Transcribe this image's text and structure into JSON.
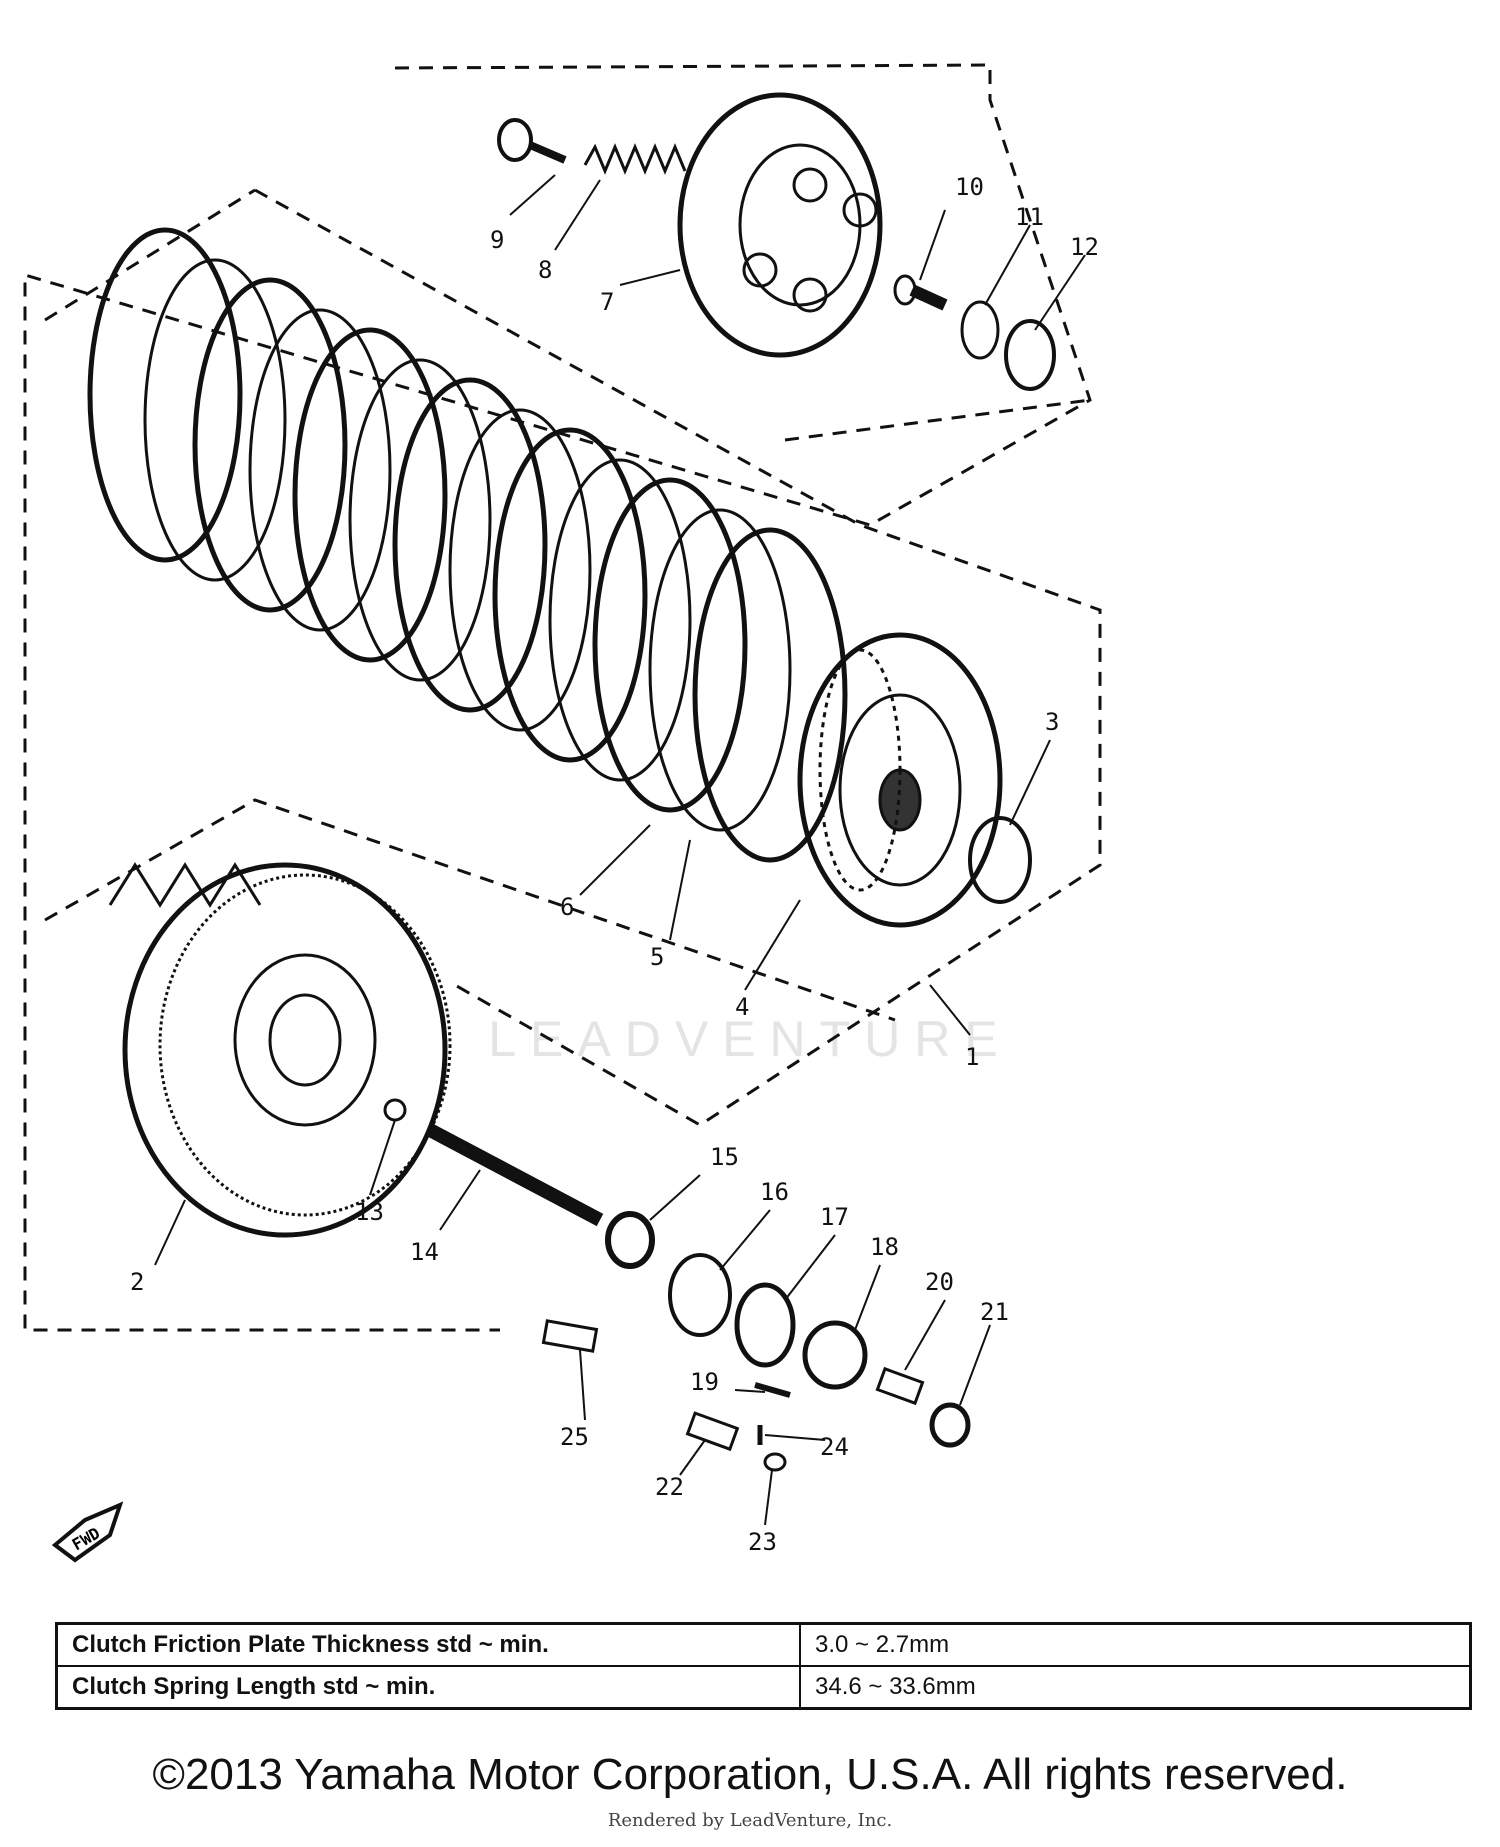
{
  "diagram": {
    "callouts": [
      {
        "id": "1",
        "label": "1"
      },
      {
        "id": "2",
        "label": "2"
      },
      {
        "id": "3",
        "label": "3"
      },
      {
        "id": "4",
        "label": "4"
      },
      {
        "id": "5",
        "label": "5"
      },
      {
        "id": "6",
        "label": "6"
      },
      {
        "id": "7",
        "label": "7"
      },
      {
        "id": "8",
        "label": "8"
      },
      {
        "id": "9",
        "label": "9"
      },
      {
        "id": "10",
        "label": "10"
      },
      {
        "id": "11",
        "label": "11"
      },
      {
        "id": "12",
        "label": "12"
      },
      {
        "id": "13",
        "label": "13"
      },
      {
        "id": "14",
        "label": "14"
      },
      {
        "id": "15",
        "label": "15"
      },
      {
        "id": "16",
        "label": "16"
      },
      {
        "id": "17",
        "label": "17"
      },
      {
        "id": "18",
        "label": "18"
      },
      {
        "id": "19",
        "label": "19"
      },
      {
        "id": "20",
        "label": "20"
      },
      {
        "id": "21",
        "label": "21"
      },
      {
        "id": "22",
        "label": "22"
      },
      {
        "id": "23",
        "label": "23"
      },
      {
        "id": "24",
        "label": "24"
      },
      {
        "id": "25",
        "label": "25"
      }
    ],
    "fwd_label": "FWD"
  },
  "watermark": {
    "text": "LEADVENTURE"
  },
  "spec_table": {
    "rows": [
      {
        "label": "Clutch Friction Plate Thickness std ~ min.",
        "value": "3.0 ~ 2.7mm"
      },
      {
        "label": "Clutch Spring Length  std ~ min.",
        "value": "34.6 ~ 33.6mm"
      }
    ]
  },
  "footer": {
    "copyright": "©2013 Yamaha Motor Corporation, U.S.A. All rights reserved.",
    "rendered_by": "Rendered by LeadVenture, Inc."
  }
}
